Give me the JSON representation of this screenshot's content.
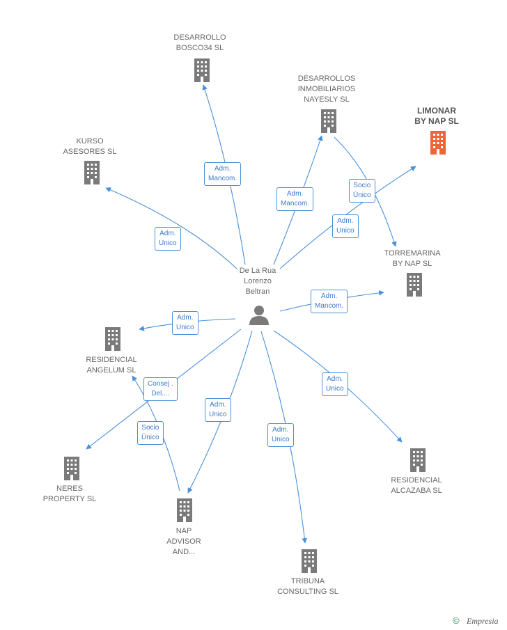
{
  "center": {
    "label": "De La Rua\nLorenzo\nBeltran",
    "icon": "person-icon"
  },
  "companies": [
    {
      "id": "bosco",
      "label": "DESARROLLO\nBOSCO34  SL",
      "icon": "building-icon"
    },
    {
      "id": "nayesly",
      "label": "DESARROLLOS\nINMOBILIARIOS\nNAYESLY  SL",
      "icon": "building-icon"
    },
    {
      "id": "limonar",
      "label": "LIMONAR\nBY NAP  SL",
      "icon": "building-icon",
      "highlight": "#f0643a"
    },
    {
      "id": "kurso",
      "label": "KURSO\nASESORES  SL",
      "icon": "building-icon"
    },
    {
      "id": "torremarina",
      "label": "TORREMARINA\nBY NAP  SL",
      "icon": "building-icon"
    },
    {
      "id": "angelum",
      "label": "RESIDENCIAL\nANGELUM  SL",
      "icon": "building-icon"
    },
    {
      "id": "neres",
      "label": "NERES\nPROPERTY  SL",
      "icon": "building-icon"
    },
    {
      "id": "napadvisor",
      "label": "NAP\nADVISOR\nAND...",
      "icon": "building-icon"
    },
    {
      "id": "tribuna",
      "label": "TRIBUNA\nCONSULTING SL",
      "icon": "building-icon"
    },
    {
      "id": "alcazaba",
      "label": "RESIDENCIAL\nALCAZABA  SL",
      "icon": "building-icon"
    }
  ],
  "relations": [
    {
      "id": "r_bosco",
      "label": "Adm.\nMancom."
    },
    {
      "id": "r_nayesly",
      "label": "Adm.\nMancom."
    },
    {
      "id": "r_nay_torre",
      "label": "Socio\nÚnico"
    },
    {
      "id": "r_limonar",
      "label": "Adm.\nUnico"
    },
    {
      "id": "r_kurso",
      "label": "Adm.\nUnico"
    },
    {
      "id": "r_torre",
      "label": "Adm.\nMancom."
    },
    {
      "id": "r_angelum",
      "label": "Adm.\nUnico"
    },
    {
      "id": "r_neres",
      "label": "Consej .\nDel...."
    },
    {
      "id": "r_nap_ang",
      "label": "Socio\nÚnico"
    },
    {
      "id": "r_napadvisor",
      "label": "Adm.\nUnico"
    },
    {
      "id": "r_tribuna",
      "label": "Adm.\nUnico"
    },
    {
      "id": "r_alcazaba",
      "label": "Adm.\nUnico"
    }
  ],
  "colors": {
    "edge": "#4a90d9",
    "building": "#7a7a7a",
    "highlight": "#f0643a"
  },
  "footer": {
    "copyright": "©",
    "brand": "Empresia"
  }
}
